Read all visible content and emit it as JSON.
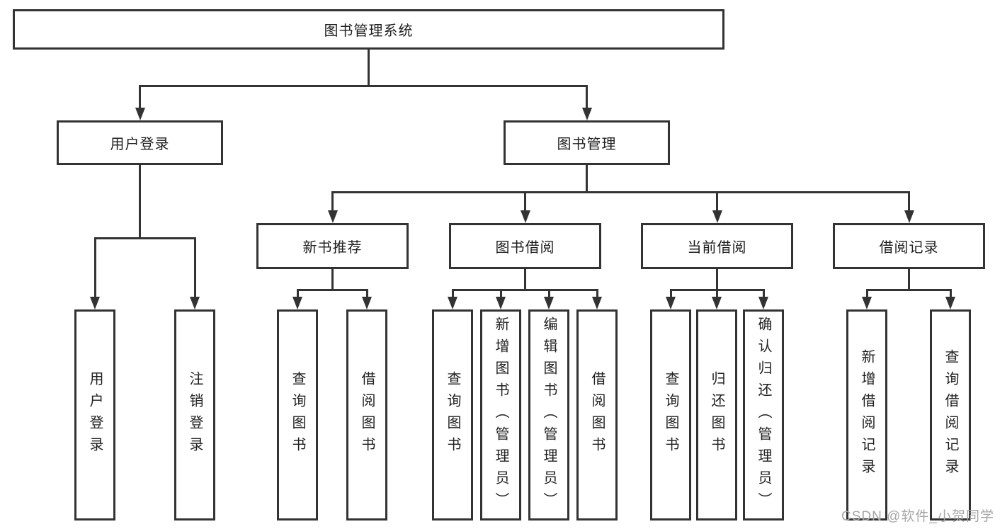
{
  "nodes": {
    "root": {
      "label": "图书管理系统"
    },
    "level2": [
      {
        "label": "用户登录"
      },
      {
        "label": "图书管理"
      }
    ],
    "level3": [
      {
        "label": "新书推荐"
      },
      {
        "label": "图书借阅"
      },
      {
        "label": "当前借阅"
      },
      {
        "label": "借阅记录"
      }
    ],
    "leaves": [
      {
        "label": "用户登录"
      },
      {
        "label": "注销登录"
      },
      {
        "label": "查询图书"
      },
      {
        "label": "借阅图书"
      },
      {
        "label": "查询图书"
      },
      {
        "label": "新增图书（管理员）"
      },
      {
        "label": "编辑图书（管理员）"
      },
      {
        "label": "借阅图书"
      },
      {
        "label": "查询图书"
      },
      {
        "label": "归还图书"
      },
      {
        "label": "确认归还（管理员）"
      },
      {
        "label": "新增借阅记录"
      },
      {
        "label": "查询借阅记录"
      }
    ]
  },
  "watermark": {
    "text": "CSDN @软件_小贺同学"
  },
  "colors": {
    "line": "#333333",
    "box_border": "#333333",
    "box_fill": "#ffffff",
    "text": "#1f1f1f",
    "watermark": "#a6a6a6",
    "background": "#ffffff"
  }
}
